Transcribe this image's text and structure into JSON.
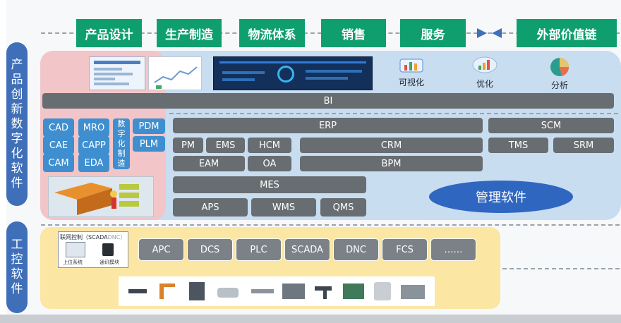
{
  "value_chain": [
    "产品设计",
    "生产制造",
    "物流体系",
    "销售",
    "服务",
    "外部价值链"
  ],
  "side_labels": {
    "digital_software": "产品创新数字化软件",
    "industrial_control": "工控软件"
  },
  "top_icons": [
    "可视化",
    "优化",
    "分析"
  ],
  "bi": "BI",
  "design_tools": [
    "CAD",
    "MRO",
    "PDM",
    "CAE",
    "CAPP",
    "PLM",
    "CAM",
    "EDA"
  ],
  "design_vertical": "数字化制造",
  "management": {
    "erp": "ERP",
    "scm": "SCM",
    "pm": "PM",
    "ems": "EMS",
    "hcm": "HCM",
    "crm": "CRM",
    "tms": "TMS",
    "srm": "SRM",
    "eam": "EAM",
    "oa": "OA",
    "bpm": "BPM",
    "mes": "MES",
    "aps": "APS",
    "wms": "WMS",
    "qms": "QMS",
    "label": "管理软件"
  },
  "control_panel": {
    "title": "联网控制（SCADA",
    "title_extra": "DNC）",
    "captions": [
      "上位系统",
      "通讯模块"
    ]
  },
  "control_items": [
    "APC",
    "DCS",
    "PLC",
    "SCADA",
    "DNC",
    "FCS",
    "……"
  ],
  "colors": {
    "chain_green": "#0f9f6e",
    "side_blue": "#3f6fb8",
    "cad_blue": "#3f8fd0",
    "gray_box": "#686d72",
    "light_blue_bg": "#c9ddf0",
    "pink_bg": "#f2c5c8",
    "yellow_bg": "#fbe6a4",
    "ellipse_blue": "#2f66c0"
  }
}
